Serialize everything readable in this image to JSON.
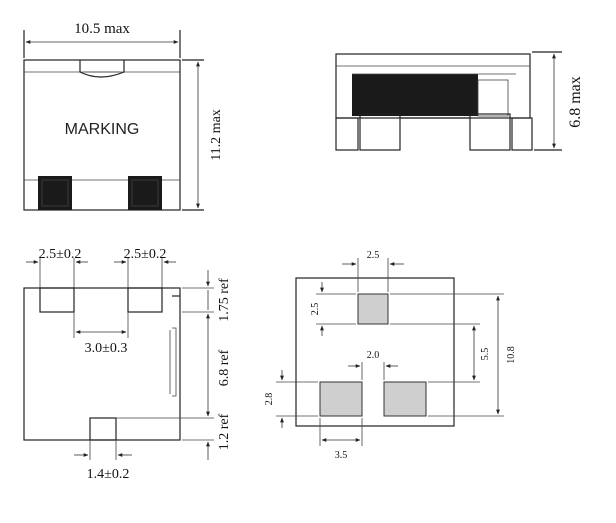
{
  "top_view": {
    "width_label": "10.5 max",
    "height_label": "11.2 max",
    "marking_label": "MARKING"
  },
  "side_view": {
    "height_label": "6.8 max"
  },
  "bottom_view": {
    "pad_left_label": "2.5±0.2",
    "pad_right_label": "2.5±0.2",
    "pad_spacing_label": "3.0±0.3",
    "center_pad_label": "1.4±0.2",
    "top_ref_label": "1.75 ref",
    "mid_ref_label": "6.8 ref",
    "bottom_ref_label": "1.2 ref"
  },
  "land_pattern": {
    "top_pad_width": "2.5",
    "top_pad_height": "2.5",
    "pad_gap": "2.0",
    "vertical_span": "5.5",
    "total_height": "10.8",
    "bottom_pad_height": "2.8",
    "bottom_pad_width": "3.5"
  }
}
